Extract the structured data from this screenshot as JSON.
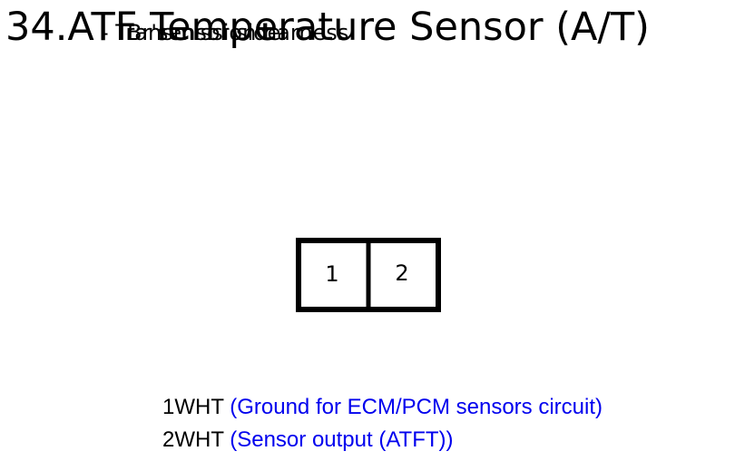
{
  "title": "34.ATF Temperature Sensor (A/T)",
  "subtitle_primary": "- Transmission harness",
  "subtitle_secondary": "Br'sensor side",
  "connector": {
    "pins": [
      "1",
      "2"
    ]
  },
  "wiring": [
    {
      "pin_color": "1WHT",
      "description": "(Ground for ECM/PCM sensors circuit)"
    },
    {
      "pin_color": "2WHT",
      "description": "(Sensor output (ATFT))"
    }
  ],
  "colors": {
    "text": "#000000",
    "description": "#0000ee",
    "connector_outline": "#000000"
  }
}
